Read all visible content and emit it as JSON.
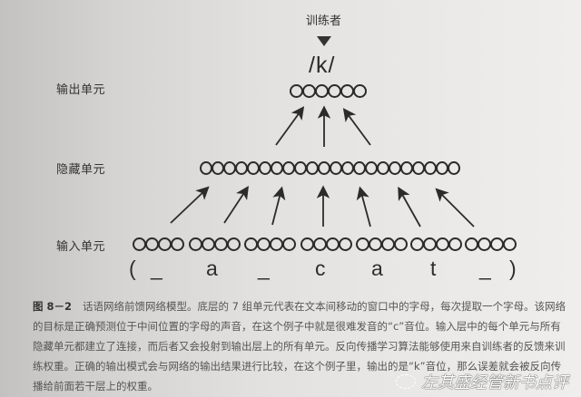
{
  "figure": {
    "trainer_label": "训练者",
    "target_phoneme": "/k/",
    "layers": {
      "output": {
        "label": "输出单元",
        "units": 6
      },
      "hidden": {
        "label": "隐藏单元",
        "units": 22
      },
      "input": {
        "label": "输入单元",
        "groups": 7,
        "units_per_group": 4
      }
    },
    "input_window": [
      "(",
      "_",
      "a",
      "_",
      "c",
      "a",
      "t",
      "_",
      ")"
    ],
    "caption": {
      "number": "图 8－2",
      "text": "话语网络前馈网络模型。底层的 7 组单元代表在文本间移动的窗口中的字母，每次提取一个字母。该网络的目标是正确预测位于中间位置的字母的声音，在这个例子中就是很难发音的“c”音位。输入层中的每个单元与所有隐藏单元都建立了连接，而后者又会投射到输出层上的所有单元。反向传播学习算法能够使用来自训练者的反馈来训练权重。正确的输出模式会与网络的输出结果进行比较，在这个例子里，输出的是“k”音位，那么误差就会被反向传播给前面若干层上的权重。"
    },
    "watermark": "左其盛经管新书点评"
  }
}
